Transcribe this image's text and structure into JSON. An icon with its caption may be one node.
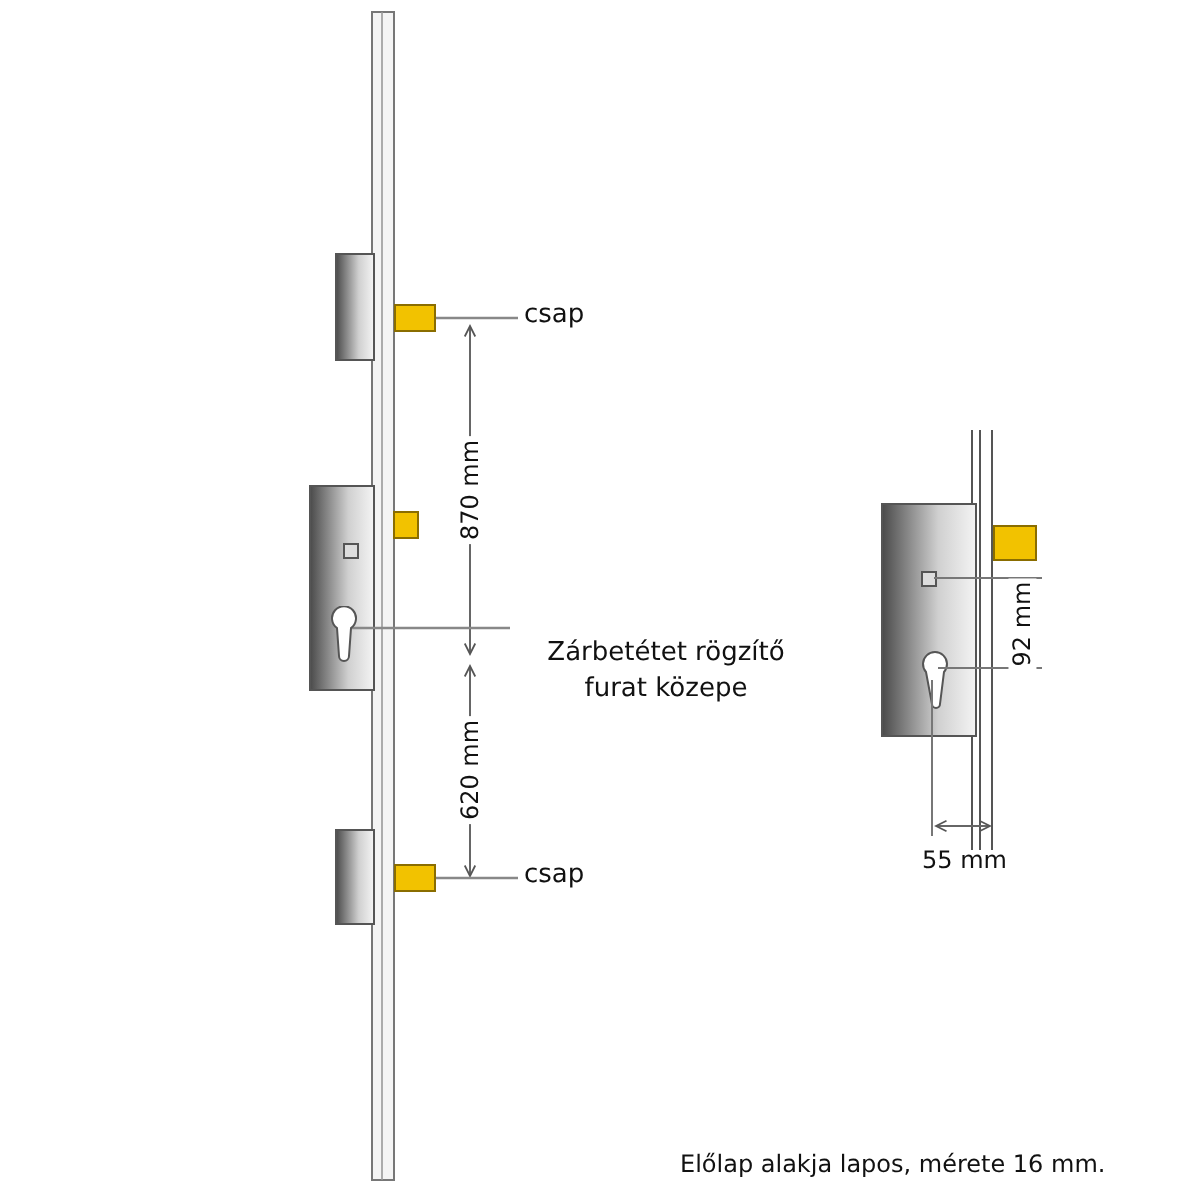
{
  "diagram": {
    "nodes": [
      {
        "text": [
          "csap"
        ]
      },
      {
        "text": [],
        "shape": "bar"
      },
      {
        "text": [
          "Zárbetétet rögzítő furat közepe"
        ]
      },
      {
        "text": [],
        "shape": "keyhole"
      },
      {
        "text": [
          "csap"
        ]
      },
      {
        "text": [],
        "shape": "bar"
      }
    ],
    "edges": [
      {
        "from": 0,
        "to": 1,
        "arrow": "none"
      },
      {
        "from": 2,
        "to": 3,
        "arrow": "none"
      },
      {
        "from": 4,
        "to": 5,
        "arrow": "none"
      }
    ],
    "labels": [
      "870 mm",
      "620 mm",
      "92 mm",
      "55 mm",
      "Előlap alakja lapos, mérete 16 mm."
    ]
  }
}
